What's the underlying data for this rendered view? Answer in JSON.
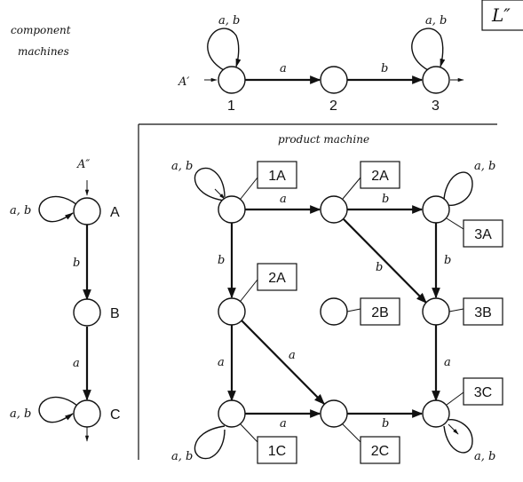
{
  "title": "L″",
  "component_machines_caption": [
    "component",
    "machines"
  ],
  "product_machine_caption": "product machine",
  "top_machine": {
    "start_label": "A′",
    "states": [
      "1",
      "2",
      "3"
    ],
    "loop_labels": [
      "a, b",
      "a, b"
    ],
    "transitions": [
      "a",
      "b"
    ]
  },
  "left_machine": {
    "start_label": "A″",
    "states": [
      "A",
      "B",
      "C"
    ],
    "loop_labels": [
      "a, b",
      "a, b"
    ],
    "transitions": [
      "b",
      "a"
    ]
  },
  "product": {
    "state_tags": [
      "1A",
      "2A",
      "3A",
      "2A",
      "2B",
      "3B",
      "1C",
      "2C",
      "3C"
    ],
    "edge_labels": [
      "a",
      "b",
      "b",
      "b",
      "b",
      "a",
      "a",
      "a",
      "b",
      "a"
    ],
    "loop_labels": [
      "a, b",
      "a, b",
      "a, b",
      "a, b"
    ]
  }
}
